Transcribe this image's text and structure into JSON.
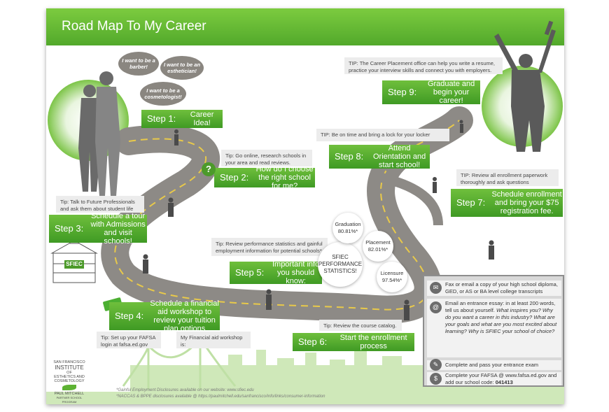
{
  "header": {
    "title": "Road Map To My Career"
  },
  "bubbles": {
    "barber": "I want to be a barber!",
    "esthetician": "I want to be an esthetician!",
    "cosmetologist": "I want to be a cosmetologist!"
  },
  "steps": {
    "s1": {
      "num": "Step 1:",
      "text": "Career Idea!"
    },
    "s2": {
      "num": "Step 2:",
      "text": "How do I choose the right school for me?"
    },
    "s3": {
      "num": "Step 3:",
      "text": "Schedule a tour with Admissions and visit schools!"
    },
    "s4": {
      "num": "Step 4:",
      "text": "Schedule a financial aid workshop to review your tuition plan options"
    },
    "s5": {
      "num": "Step 5:",
      "text": "Important info you should know:"
    },
    "s6": {
      "num": "Step 6:",
      "text": "Start the enrollment process"
    },
    "s7": {
      "num": "Step 7:",
      "text": "Schedule enrollment and bring your $75 registration fee."
    },
    "s8": {
      "num": "Step 8:",
      "text": "Attend Orientation and start school!"
    },
    "s9": {
      "num": "Step 9:",
      "text": "Graduate and begin your career!"
    }
  },
  "tips": {
    "t9": "TIP: The Career Placement office can help you write a resume, practice your interview skills and connect you with employers.",
    "t8": "TIP: Be on time and bring a lock for your locker",
    "t2": "Tip: Go online, research schools in your area and read reviews.",
    "t7": "TIP: Review all enrollment paperwork thoroughly and ask questions",
    "t3": "Tip: Talk to Future Professionals and ask them about student life",
    "t5": "Tip: Review performance statistics and gainful employment information for potential schools*",
    "t4": "Tip: Set up your FAFSA login at fafsa.ed.gov",
    "workshop": "My Financial aid workshop is:",
    "t6": "Tip: Review the course catalog."
  },
  "stats": {
    "center": "SFIEC PERFORMANCE STATISTICS!",
    "graduation_label": "Graduation",
    "graduation_value": "80.81%*",
    "placement_label": "Placement",
    "placement_value": "82.01%*",
    "licensure_label": "Licensure",
    "licensure_value": "97.54%*"
  },
  "school_sign": "SFIEC",
  "question_mark": "?",
  "panel": {
    "items": [
      "Fax or email a copy of your high school diploma, GED, or AS or BA level college transcripts",
      "Email an entrance essay: in at least 200 words, tell us about yourself.",
      "What inspires you? Why do you want a career in this industry? What are your goals and what are you most excited about learning? Why is SFIEC your school of choice?",
      "Complete and pass your entrance exam",
      "Complete your FAFSA @ www.fafsa.ed.gov and add our school code:",
      "041413"
    ]
  },
  "footer": {
    "line1": "*Gainful Employment Disclosures available on our website: www.sfiec.edu",
    "line2": "*NACCAS & BPPE disclosures available @ https://paulmitchell.edu/sanfrancisco/info/links/consumer-information"
  },
  "logo": {
    "line1": "SAN FRANCISCO",
    "line2": "INSTITUTE",
    "line3": "OF",
    "line4": "ESTHETICS AND",
    "line5": "COSMETOLOGY",
    "line6": "PAUL MITCHELL",
    "line7": "PARTNER SCHOOL PROGRAM"
  },
  "colors": {
    "green": "#5db233",
    "darkgreen": "#3f9a24",
    "road": "#8d8a86",
    "roadline": "#e8c94a",
    "figure": "#5a5a5a"
  }
}
